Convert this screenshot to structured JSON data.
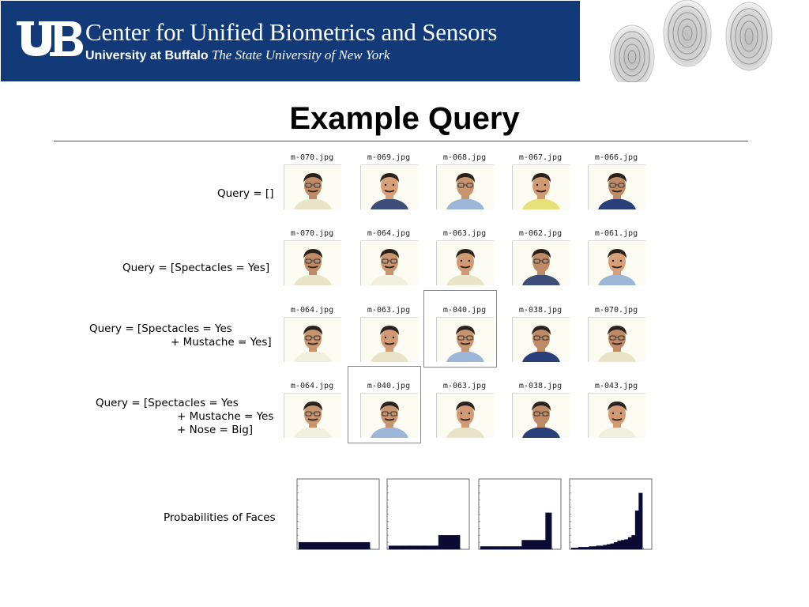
{
  "header": {
    "title": "Center for Unified Biometrics and Sensors",
    "university": "University at Buffalo",
    "state_university": "The State University of New York"
  },
  "slide_title": "Example Query",
  "rows": [
    {
      "label_lines": [
        "Query = []"
      ],
      "files": [
        "m-070.jpg",
        "m-069.jpg",
        "m-068.jpg",
        "m-067.jpg",
        "m-066.jpg"
      ]
    },
    {
      "label_lines": [
        "Query = [Spectacles = Yes]"
      ],
      "files": [
        "m-070.jpg",
        "m-064.jpg",
        "m-063.jpg",
        "m-062.jpg",
        "m-061.jpg"
      ]
    },
    {
      "label_lines": [
        "Query = [Spectacles = Yes",
        "+ Mustache = Yes]"
      ],
      "files": [
        "m-064.jpg",
        "m-063.jpg",
        "m-040.jpg",
        "m-038.jpg",
        "m-070.jpg"
      ],
      "highlighted": "m-040.jpg"
    },
    {
      "label_lines": [
        "Query = [Spectacles = Yes",
        "+ Mustache = Yes",
        "+ Nose = Big]"
      ],
      "files": [
        "m-064.jpg",
        "m-040.jpg",
        "m-063.jpg",
        "m-038.jpg",
        "m-043.jpg"
      ],
      "highlighted": "m-040.jpg"
    }
  ],
  "probabilities_label": "Probabilities of Faces",
  "chart_data": [
    {
      "type": "bar",
      "ylim": [
        0,
        1
      ],
      "values": [
        0.1,
        0.1,
        0.1,
        0.1,
        0.1,
        0.1,
        0.1,
        0.1,
        0.1,
        0.1
      ]
    },
    {
      "type": "bar",
      "ylim": [
        0,
        1
      ],
      "values": [
        0.05,
        0.05,
        0.05,
        0.05,
        0.05,
        0.05,
        0.05,
        0.2,
        0.2,
        0.2
      ]
    },
    {
      "type": "bar",
      "ylim": [
        0,
        1
      ],
      "values": [
        0.04,
        0.04,
        0.04,
        0.04,
        0.04,
        0.04,
        0.04,
        0.13,
        0.13,
        0.13,
        0.13,
        0.52
      ]
    },
    {
      "type": "bar",
      "ylim": [
        0,
        1
      ],
      "values": [
        0.02,
        0.02,
        0.03,
        0.03,
        0.03,
        0.04,
        0.04,
        0.05,
        0.05,
        0.06,
        0.07,
        0.08,
        0.1,
        0.12,
        0.13,
        0.14,
        0.17,
        0.2,
        0.55,
        0.8
      ]
    }
  ]
}
